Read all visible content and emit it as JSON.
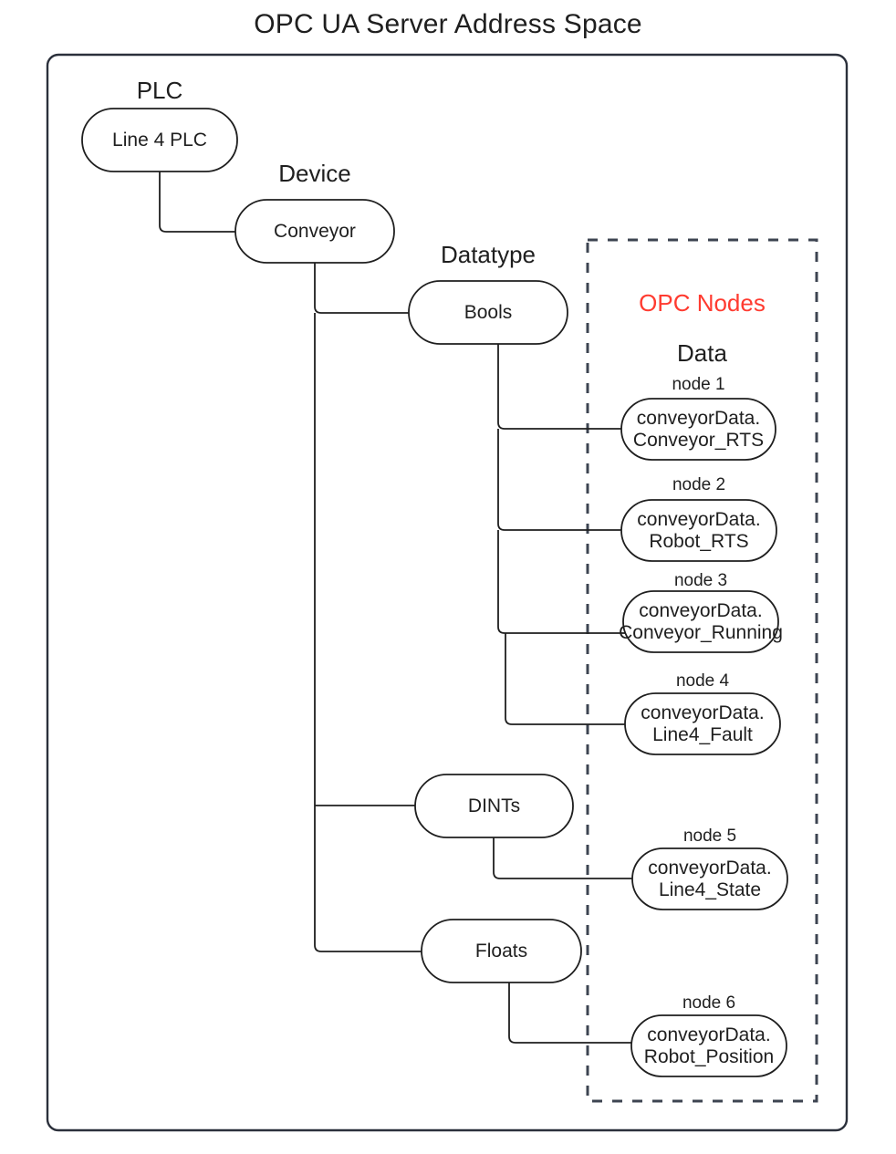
{
  "title": "OPC UA Server Address Space",
  "colors": {
    "outline": "#2b303b",
    "node_stroke": "#1f1f1f",
    "accent_red": "#ff3b30",
    "text": "#1f1f1f",
    "background": "#ffffff"
  },
  "group_labels": {
    "plc": "PLC",
    "device": "Device",
    "datatype": "Datatype",
    "opc_nodes": "OPC Nodes",
    "data": "Data"
  },
  "tree": {
    "plc_node": "Line 4 PLC",
    "device_node": "Conveyor",
    "datatypes": [
      {
        "label": "Bools"
      },
      {
        "label": "DINTs"
      },
      {
        "label": "Floats"
      }
    ]
  },
  "opc_nodes": [
    {
      "caption": "node 1",
      "line1": "conveyorData.",
      "line2": "Conveyor_RTS",
      "datatype": "Bools"
    },
    {
      "caption": "node 2",
      "line1": "conveyorData.",
      "line2": "Robot_RTS",
      "datatype": "Bools"
    },
    {
      "caption": "node 3",
      "line1": "conveyorData.",
      "line2": "Conveyor_Running",
      "datatype": "Bools"
    },
    {
      "caption": "node 4",
      "line1": "conveyorData.",
      "line2": "Line4_Fault",
      "datatype": "Bools"
    },
    {
      "caption": "node 5",
      "line1": "conveyorData.",
      "line2": "Line4_State",
      "datatype": "DINTs"
    },
    {
      "caption": "node 6",
      "line1": "conveyorData.",
      "line2": "Robot_Position",
      "datatype": "Floats"
    }
  ]
}
